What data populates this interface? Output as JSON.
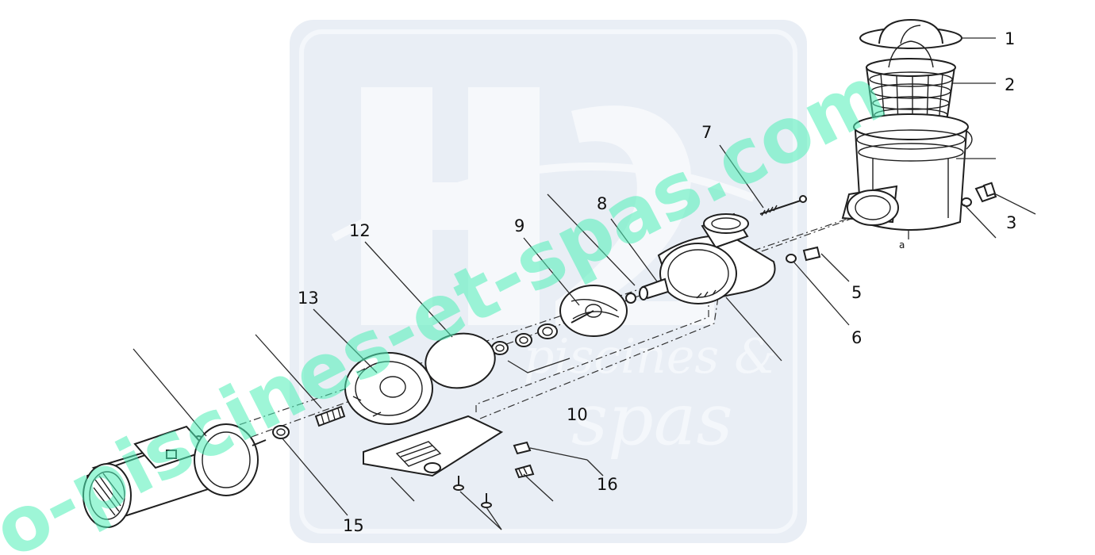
{
  "diagram": {
    "part_numbers": [
      "1",
      "2",
      "3",
      "5",
      "6",
      "7",
      "8",
      "9",
      "10",
      "12",
      "13",
      "15",
      "16"
    ],
    "small_annotation": "a"
  },
  "watermark": {
    "text": "o-piscines-et-spas.com",
    "subtext": "piscines & spas",
    "color": "#4ff0b8"
  },
  "colors": {
    "line": "#1f1f1f",
    "background": "#ffffff",
    "watermark": "#4ff0b8",
    "watermark_panel": "#e9eef5"
  }
}
